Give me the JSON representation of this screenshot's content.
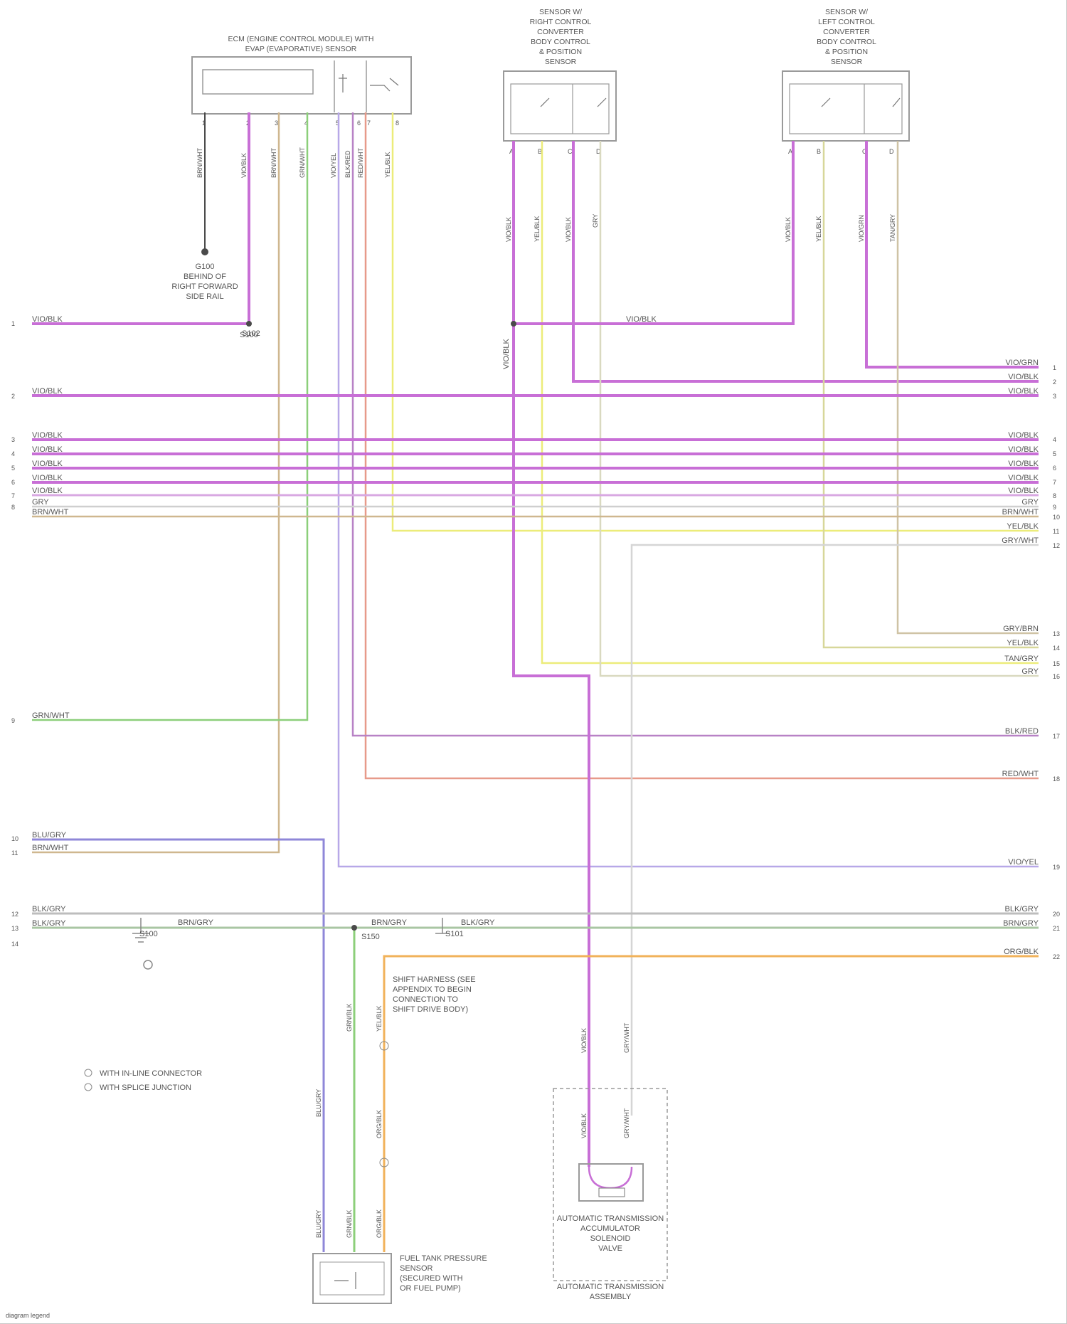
{
  "colors": {
    "violet": "#c86fd6",
    "purple_wire": "#b08cd6",
    "green": "#8ccf7a",
    "tan": "#cfb78f",
    "yellow": "#ecec7a",
    "orange": "#f1b25a",
    "red": "#e79a8a",
    "grey": "#bdbdbd",
    "blue": "#8f87d8",
    "black": "#4a4a4a"
  },
  "components": {
    "pcm_title": [
      "ECM (ENGINE CONTROL MODULE) WITH",
      "EVAP (EVAPORATIVE) SENSOR"
    ],
    "right_sensor_title": [
      "SENSOR W/",
      "RIGHT CONTROL",
      "CONVERTER",
      "BODY CONTROL",
      "& POSITION",
      "SENSOR"
    ],
    "left_sensor_title": [
      "SENSOR W/",
      "LEFT CONTROL",
      "CONVERTER",
      "BODY CONTROL",
      "& POSITION",
      "SENSOR"
    ],
    "ground_note": [
      "G100",
      "BEHIND OF",
      "RIGHT FORWARD",
      "SIDE RAIL"
    ],
    "splice_note": "S100",
    "shift_note": [
      "SHIFT HARNESS (SEE",
      "APPENDIX TO BEGIN",
      "CONNECTION TO",
      "SHIFT DRIVE BODY)"
    ],
    "fuel_sensor_title": [
      "FUEL TANK PRESSURE",
      "SENSOR",
      "(SECURED WITH",
      "OR FUEL PUMP)"
    ],
    "trans_sensor_title": [
      "AUTOMATIC TRANSMISSION",
      "ACCUMULATOR",
      "SOLENOID",
      "VALVE"
    ],
    "trans_assembly": [
      "AUTOMATIC TRANSMISSION",
      "ASSEMBLY"
    ],
    "legend": [
      "WITH IN-LINE CONNECTOR",
      "WITH SPLICE JUNCTION"
    ],
    "footer": "diagram legend"
  },
  "left_labels": [
    "VIO/BLK",
    "VIO/BLK",
    "VIO/BLK",
    "VIO/BLK",
    "VIO/BLK",
    "VIO/BLK",
    "VIO/BLK",
    "GRY",
    "BRN/WHT",
    "GRN/WHT",
    "BLU/GRY",
    "BRN/WHT",
    "BLK/GRY",
    "BLK/GRY"
  ],
  "right_labels": [
    "VIO/GRN",
    "VIO/BLK",
    "VIO/BLK",
    "VIO/BLK",
    "VIO/BLK",
    "VIO/BLK",
    "VIO/BLK",
    "VIO/BLK",
    "GRY",
    "BRN/WHT",
    "YEL/BLK",
    "GRY/WHT",
    "GRY/BRN",
    "YEL/BLK",
    "TAN/GRY",
    "GRY",
    "BLK/RED",
    "RED/WHT",
    "VIO/YEL",
    "BLK/GRY",
    "BRN/GRY",
    "ORG/BLK"
  ],
  "pin_numbers_left": [
    "1",
    "2",
    "3",
    "4",
    "5",
    "6",
    "7",
    "8",
    "9",
    "10",
    "11",
    "12",
    "13",
    "14"
  ],
  "pin_numbers_right": [
    "1",
    "2",
    "3",
    "4",
    "5",
    "6",
    "7",
    "8",
    "9",
    "10",
    "11",
    "12",
    "13",
    "14",
    "15",
    "16",
    "17",
    "18",
    "19",
    "20",
    "21",
    "22"
  ],
  "top_pins": {
    "pcm": [
      "1",
      "2",
      "3",
      "4",
      "5",
      "6",
      "7",
      "8"
    ],
    "right_sensor": [
      "A",
      "B",
      "C",
      "D"
    ],
    "left_sensor": [
      "A",
      "B",
      "C",
      "D"
    ]
  },
  "vertical_labels": {
    "pcm": [
      "BRN/WHT",
      "VIO/BLK",
      "BRN/WHT",
      "GRN/WHT",
      "VIO/YEL",
      "RED/WHT",
      "BLK/RED",
      "YEL/BLK"
    ],
    "right_sensor": [
      "VIO/BLK",
      "YEL/BLK",
      "VIO/BLK",
      "GRY"
    ],
    "left_sensor": [
      "VIO/BLK",
      "YEL/BLK",
      "VIO/GRN",
      "TAN/GRY"
    ],
    "fuel": [
      "YEL/BLK",
      "GRN/BLK",
      "ORG/BLK",
      "BLU/GRY",
      "BLU/GRY",
      "GRN/BLK",
      "ORG/BLK"
    ],
    "trans": [
      "VIO/BLK",
      "GRY/WHT",
      "VIO/BLK",
      "GRY/WHT"
    ]
  },
  "mid_labels": {
    "vio1": "VIO/BLK",
    "vio_mid": "VIO/BLK",
    "blk1": "BRN/GRY",
    "blk2": "BRN/GRY",
    "blk3": "BLK/GRY",
    "splice1": "S100",
    "splice2": "S101",
    "node": "S150",
    "tag": "S102"
  }
}
